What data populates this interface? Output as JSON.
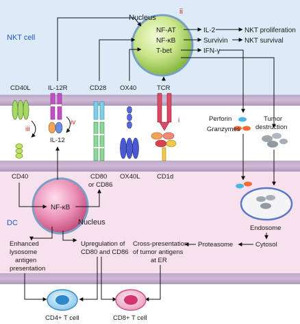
{
  "regions": {
    "nkt_cell": "NKT cell",
    "dc": "DC"
  },
  "nucleus_top": {
    "label": "Nucleus",
    "roman": "ii",
    "factors": [
      "NF-AT",
      "NF-κB",
      "T-bet"
    ]
  },
  "nucleus_bottom": {
    "label": "Nucleus",
    "factor": "NF-κB"
  },
  "outputs": {
    "il2": "IL-2",
    "survivin": "Survivin",
    "ifng": "IFN-γ",
    "nkt_proliferation": "NKT proliferation",
    "nkt_survival": "NKT survival"
  },
  "receptors": {
    "cd40l": "CD40L",
    "il12r": "IL-12R",
    "cd28": "CD28",
    "ox40": "OX40",
    "tcr": "TCR",
    "cd40": "CD40",
    "il12": "IL-12",
    "cd80_cd86": [
      "CD80",
      "or CD86"
    ],
    "ox40l": "OX40L",
    "cd1d": "CD1d"
  },
  "romans": {
    "i": "i",
    "iii": "iii",
    "iv": "iv"
  },
  "effectors": {
    "perforin": "Perforin",
    "granzymes": "Granzymes",
    "tumor_destruction": [
      "Tumor",
      "destruction"
    ],
    "endosome": "Endosome",
    "cytosol": "Cytosol",
    "proteasome": "Proteasome"
  },
  "dc_outcomes": {
    "lysosome": [
      "Enhanced",
      "lysosome",
      "antigen",
      "presentation"
    ],
    "upregulation": [
      "Upregulation of",
      "CD80 and CD86"
    ],
    "cross_presentation": [
      "Cross-presentation",
      "of tumor antigens",
      "at ER"
    ]
  },
  "cells": {
    "cd4": "CD4+ T cell",
    "cd8": "CD8+ T cell"
  }
}
